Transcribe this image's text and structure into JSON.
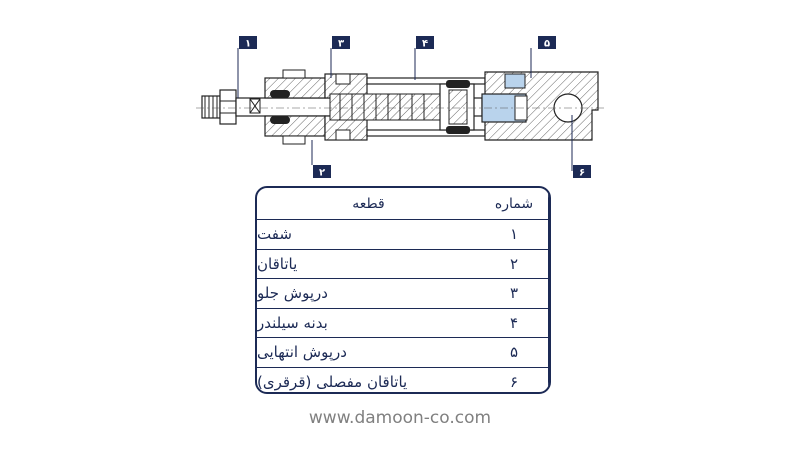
{
  "diagram": {
    "callouts": [
      "۱",
      "۲",
      "۳",
      "۴",
      "۵",
      "۶"
    ],
    "callout_color": "#1c2a55",
    "highlight_color": "#b9d3ec"
  },
  "table": {
    "header_number": "شماره",
    "header_part": "قطعه",
    "rows": [
      {
        "number": "۱",
        "part": "شفت"
      },
      {
        "number": "۲",
        "part": "یاتاقان"
      },
      {
        "number": "۳",
        "part": "درپوش جلو"
      },
      {
        "number": "۴",
        "part": "بدنه سیلندر"
      },
      {
        "number": "۵",
        "part": "درپوش انتهایی"
      },
      {
        "number": "۶",
        "part": "یاتاقان مفصلی (قرقری)"
      }
    ]
  },
  "footer": {
    "website": "www.damoon-co.com"
  }
}
